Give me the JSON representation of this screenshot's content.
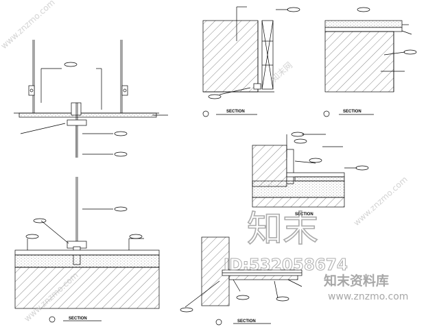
{
  "drawing": {
    "titles": [
      "SECTION",
      "SECTION",
      "SECTION",
      "SECTION",
      "SECTION"
    ]
  },
  "watermark": {
    "logo_text": "知末",
    "id_text": "ID:532058674",
    "brand_cn": "知末资料库",
    "site_url": "www.znzmo.com",
    "diag_url": "www.znzmo.com",
    "diag_cn": "知末网"
  },
  "colors": {
    "line": "#000000",
    "watermark": "#9a9a9a"
  }
}
